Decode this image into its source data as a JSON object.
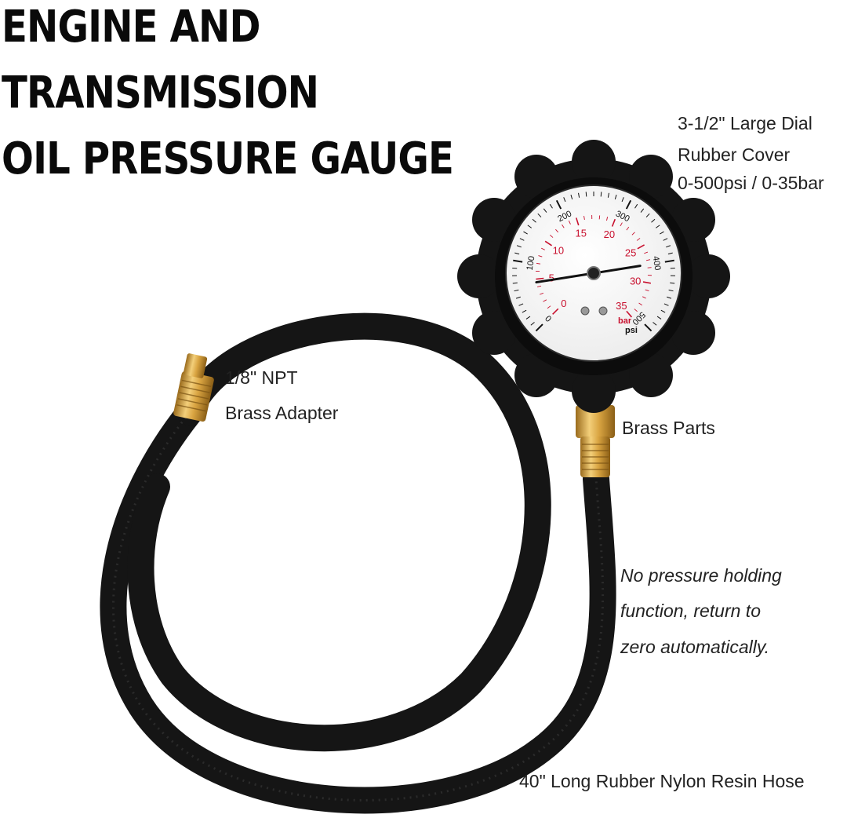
{
  "title": {
    "line1": "ENGINE AND",
    "line2": "TRANSMISSION",
    "line3": "OIL PRESSURE GAUGE"
  },
  "callouts": {
    "dial_size": "3-1/2\" Large Dial",
    "cover": "Rubber Cover",
    "range": "0-500psi / 0-35bar",
    "adapter_size": "1/8\" NPT",
    "adapter_material": "Brass Adapter",
    "brass_parts": "Brass Parts",
    "note_line1": "No pressure holding",
    "note_line2": "function, return to",
    "note_line3": "zero automatically.",
    "hose": "40\" Long Rubber Nylon Resin Hose"
  },
  "gauge": {
    "psi_ticks": [
      "0",
      "100",
      "200",
      "300",
      "400",
      "500"
    ],
    "bar_ticks": [
      "0",
      "5",
      "10",
      "15",
      "20",
      "25",
      "30",
      "35"
    ],
    "psi_unit": "psi",
    "bar_unit": "bar",
    "needle_level_psi": 400
  },
  "colors": {
    "bar_scale": "#c8102e",
    "psi_scale": "#111111",
    "rubber": "#151515",
    "brass": "#d9a441"
  }
}
